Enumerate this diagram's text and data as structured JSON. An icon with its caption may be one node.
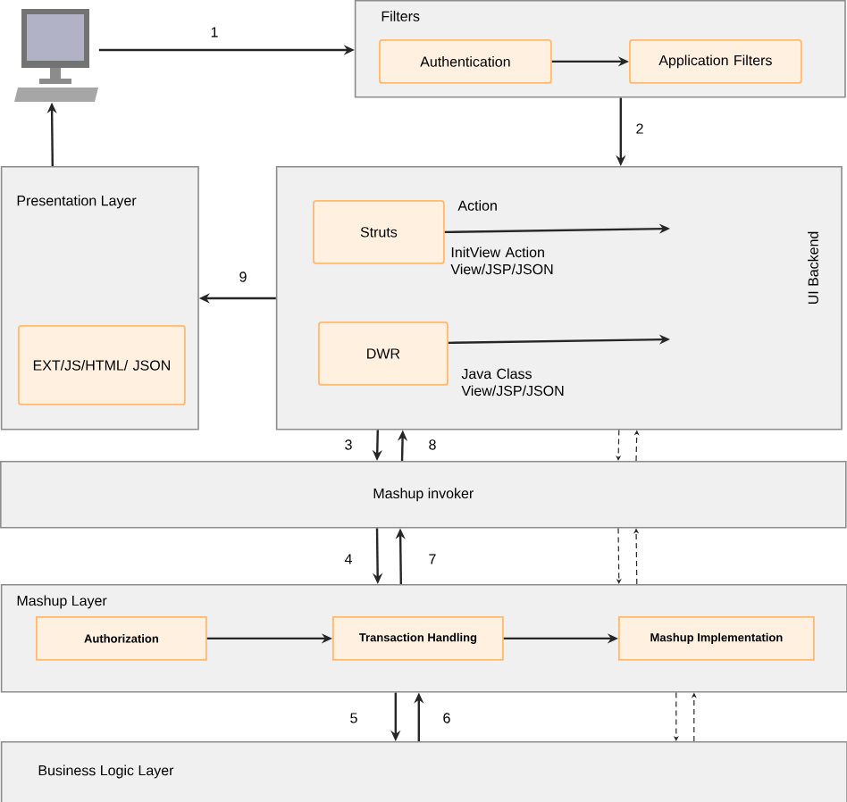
{
  "diagram": {
    "nodes": [
      {
        "text": [],
        "shape": "picture"
      },
      {
        "text": [
          "Filters"
        ]
      },
      {
        "text": [
          "Authentication"
        ],
        "in": 1
      },
      {
        "text": [
          "Application Filters"
        ],
        "in": 1
      },
      {
        "text": [
          "Presentation Layer"
        ]
      },
      {
        "text": [
          "EXT/JS/HTML/ JSON"
        ],
        "in": 4
      },
      {
        "text": [
          "UI Backend"
        ]
      },
      {
        "text": [
          "Struts"
        ],
        "in": 6
      },
      {
        "text": [
          "DWR"
        ],
        "in": 6
      },
      {
        "text": [
          "Mashup invoker"
        ]
      },
      {
        "text": [
          "Mashup Layer"
        ]
      },
      {
        "text": [
          "Authorization"
        ],
        "in": 10
      },
      {
        "text": [
          "Transaction Handling"
        ],
        "in": 10
      },
      {
        "text": [
          "Mashup Implementation"
        ],
        "in": 10
      },
      {
        "text": [
          "Business Logic Layer"
        ]
      }
    ],
    "edges": [
      {
        "from": 0,
        "to": 1,
        "arrow": "to",
        "label": "1"
      },
      {
        "from": 2,
        "to": 3,
        "arrow": "to"
      },
      {
        "from": 1,
        "to": 6,
        "arrow": "to",
        "label": "2"
      },
      {
        "from": 6,
        "to": 9,
        "arrow": "to",
        "label": "3"
      },
      {
        "from": 9,
        "to": 6,
        "arrow": "to",
        "label": "8"
      },
      {
        "from": 9,
        "to": 10,
        "arrow": "to",
        "label": "4"
      },
      {
        "from": 10,
        "to": 9,
        "arrow": "to",
        "label": "7"
      },
      {
        "from": 10,
        "to": 14,
        "arrow": "to",
        "label": "5"
      },
      {
        "from": 14,
        "to": 10,
        "arrow": "to",
        "label": "6"
      },
      {
        "from": 6,
        "to": 4,
        "arrow": "to",
        "label": "9"
      },
      {
        "from": 4,
        "to": 0,
        "arrow": "to"
      },
      {
        "from": 11,
        "to": 12,
        "arrow": "to"
      },
      {
        "from": 12,
        "to": 13,
        "arrow": "to"
      },
      {
        "from": 6,
        "to": 9,
        "arrow": "to",
        "style": "dashed"
      },
      {
        "from": 9,
        "to": 6,
        "arrow": "to",
        "style": "dashed"
      },
      {
        "from": 9,
        "to": 10,
        "arrow": "to",
        "style": "dashed"
      },
      {
        "from": 10,
        "to": 9,
        "arrow": "to",
        "style": "dashed"
      },
      {
        "from": 10,
        "to": 14,
        "arrow": "to",
        "style": "dashed"
      },
      {
        "from": 14,
        "to": 10,
        "arrow": "to",
        "style": "dashed"
      },
      {
        "from": 7,
        "to": null,
        "arrow": "to",
        "label": "Action"
      },
      {
        "from": 8,
        "to": null,
        "arrow": "to",
        "label": "Java Class View/JSP/JSON"
      }
    ],
    "labels": [
      "InitView Action View/JSP/JSON"
    ]
  }
}
